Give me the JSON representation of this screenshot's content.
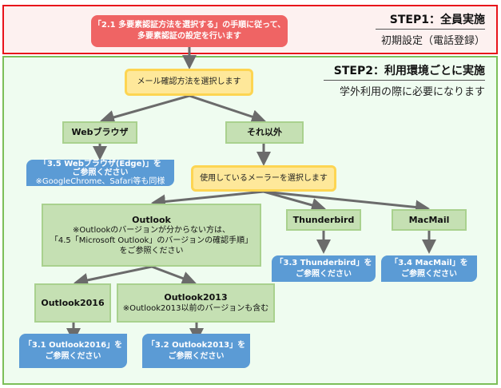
{
  "step1": {
    "title": "STEP1：全員実施",
    "subtitle": "初期設定（電話登録）",
    "node": [
      "「2.1 多要素認証方法を選択する」の手順に従って、",
      "多要素認証の設定を行います"
    ]
  },
  "step2": {
    "title": "STEP2：利用環境ごとに実施",
    "subtitle": "学外利用の際に必要になります"
  },
  "nodes": {
    "mail_method": "メール確認方法を選択します",
    "web_browser": "Webブラウザ",
    "other": "それ以外",
    "web_ref": [
      "「3.5 Webブラウザ(Edge)」を",
      "ご参照ください",
      "※GoogleChrome、Safari等も同様"
    ],
    "mailer": "使用しているメーラーを選択します",
    "outlook": [
      "Outlook",
      "※Outlookのバージョンが分からない方は、",
      "「4.5「Microsoft Outlook」のバージョンの確認手順」",
      "をご参照ください"
    ],
    "thunderbird": "Thunderbird",
    "macmail": "MacMail",
    "thunderbird_ref": [
      "「3.3 Thunderbird」を",
      "ご参照ください"
    ],
    "macmail_ref": [
      "「3.4 MacMail」を",
      "ご参照ください"
    ],
    "outlook2016": "Outlook2016",
    "outlook2013": [
      "Outlook2013",
      "※Outlook2013以前のバージョンも含む"
    ],
    "outlook2016_ref": [
      "「3.1 Outlook2016」を",
      "ご参照ください"
    ],
    "outlook2013_ref": [
      "「3.2 Outlook2013」を",
      "ご参照ください"
    ]
  },
  "colors": {
    "step1_border": "#e8141b",
    "step2_border": "#7cbf58",
    "red_node": "#ef6464",
    "yellow_node": "#fee89a",
    "green_node": "#c5e0b3",
    "blue_node": "#5b9bd5",
    "arrow": "#6b6b6b"
  }
}
